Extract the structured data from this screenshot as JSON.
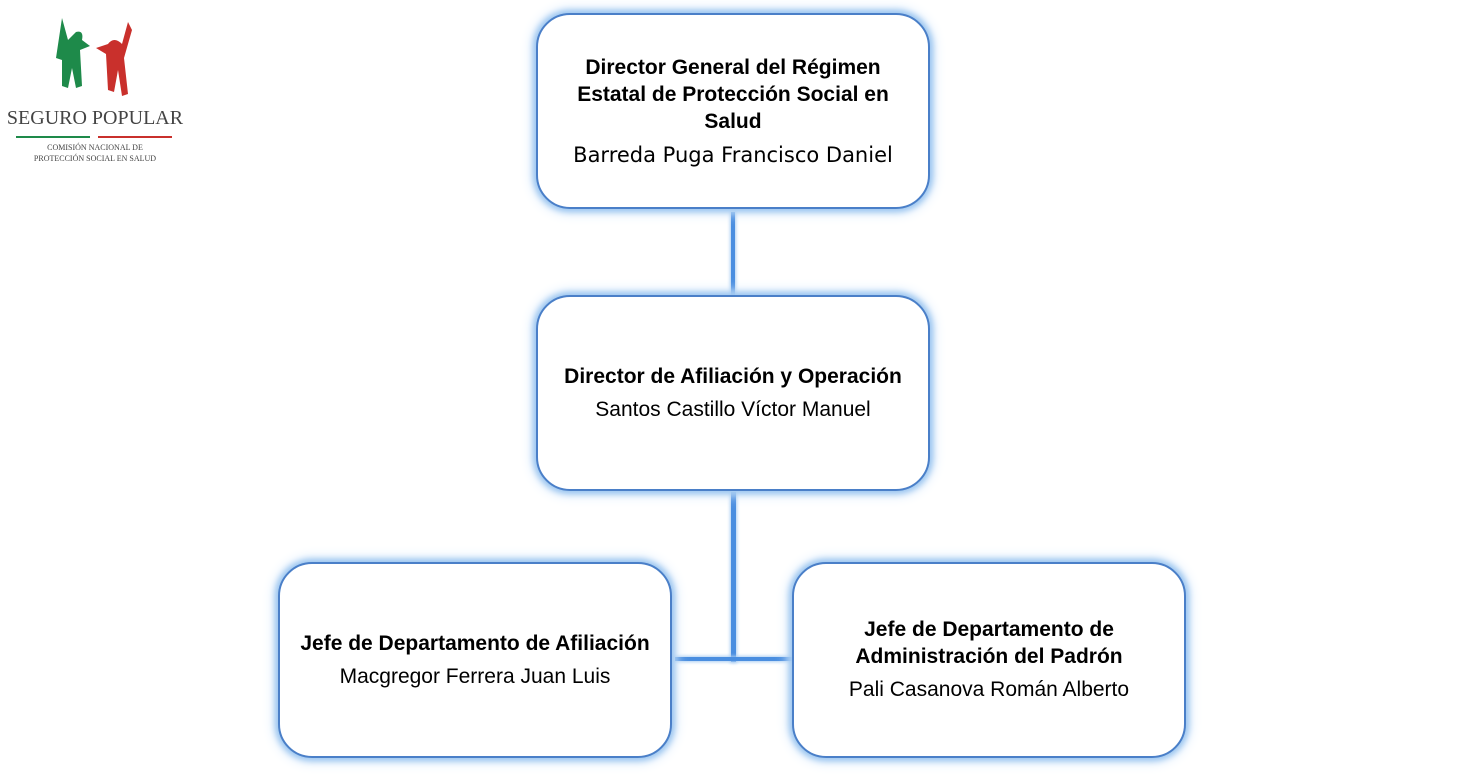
{
  "logo": {
    "brand": "SEGURO POPULAR",
    "subtitle_line1": "COMISIÓN NACIONAL DE",
    "subtitle_line2": "PROTECCIÓN SOCIAL EN SALUD",
    "colors": {
      "green": "#1e8a4a",
      "red": "#c9302c"
    }
  },
  "nodes": [
    {
      "title": "Director General del Régimen Estatal de Protección Social en Salud",
      "name": "Barreda Puga Francisco Daniel"
    },
    {
      "title": "Director de Afiliación y Operación",
      "name": "Santos Castillo Víctor Manuel"
    },
    {
      "title": "Jefe de Departamento de Afiliación",
      "name": "Macgregor Ferrera Juan Luis"
    },
    {
      "title": "Jefe de Departamento de Administración del Padrón",
      "name": "Pali Casanova Román Alberto"
    }
  ]
}
